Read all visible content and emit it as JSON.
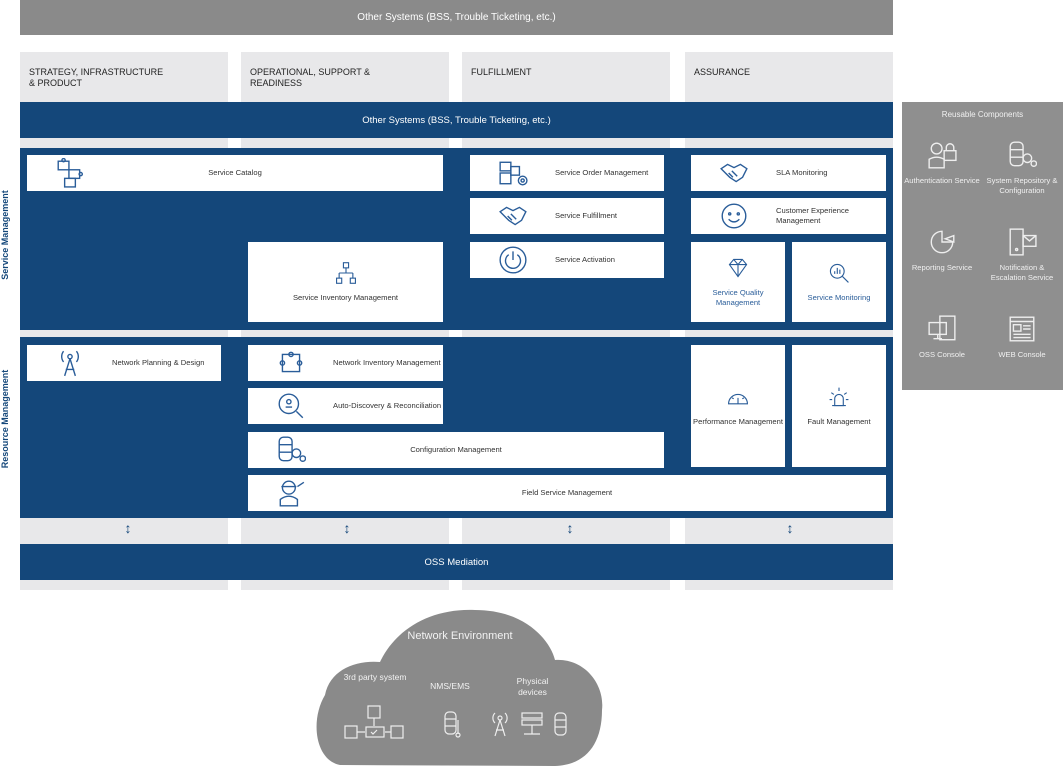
{
  "top_bar": "Other Systems (BSS, Trouble Ticketing, etc.)",
  "columns": [
    "Strategy, Infrastructure & Product",
    "Operational, Support & Readiness",
    "Fulfillment",
    "Assurance"
  ],
  "other_systems_bar": "Other Systems (BSS, Trouble Ticketing, etc.)",
  "side_labels": {
    "service": "Service Management",
    "resource": "Resource Management"
  },
  "boxes": [
    {
      "id": "service-catalog",
      "label": "Service Catalog",
      "icon": "puzzle-icon"
    },
    {
      "id": "service-inventory",
      "label": "Service Inventory Management",
      "icon": "hierarchy-icon"
    },
    {
      "id": "service-order",
      "label": "Service Order Management",
      "icon": "puzzle-gear-icon"
    },
    {
      "id": "service-fulfillment",
      "label": "Service Fulfillment",
      "icon": "handshake-icon"
    },
    {
      "id": "service-activation",
      "label": "Service Activation",
      "icon": "power-icon"
    },
    {
      "id": "sla-monitoring",
      "label": "SLA Monitoring",
      "icon": "handshake-icon"
    },
    {
      "id": "customer-experience",
      "label": "Customer Experience Management",
      "icon": "smiley-icon"
    },
    {
      "id": "service-quality",
      "label": "Service Quality Management",
      "icon": "diamond-icon"
    },
    {
      "id": "service-monitoring",
      "label": "Service Monitoring",
      "icon": "magnifier-chart-icon"
    },
    {
      "id": "network-planning",
      "label": "Network Planning & Design",
      "icon": "antenna-icon"
    },
    {
      "id": "network-inventory",
      "label": "Network Inventory Management",
      "icon": "network-icon"
    },
    {
      "id": "auto-discovery",
      "label": "Auto-Discovery & Reconciliation",
      "icon": "discovery-icon"
    },
    {
      "id": "configuration",
      "label": "Configuration Management",
      "icon": "database-gear-icon"
    },
    {
      "id": "field-service",
      "label": "Field Service Management",
      "icon": "technician-icon"
    },
    {
      "id": "performance",
      "label": "Performance Management",
      "icon": "gauge-icon"
    },
    {
      "id": "fault",
      "label": "Fault Management",
      "icon": "alarm-icon"
    }
  ],
  "oss_mediation": "OSS Mediation",
  "reusable": {
    "title": "Reusable Components",
    "items": [
      {
        "label": "Authentication Service",
        "icon": "users-lock-icon"
      },
      {
        "label": "System Repository & Configuration",
        "icon": "database-gear-icon"
      },
      {
        "label": "Reporting Service",
        "icon": "pie-icon"
      },
      {
        "label": "Notification & Escalation Service",
        "icon": "phone-mail-icon"
      },
      {
        "label": "OSS Console",
        "icon": "desktop-icon"
      },
      {
        "label": "WEB Console",
        "icon": "web-page-icon"
      }
    ]
  },
  "cloud": {
    "title": "Network Environment",
    "groups": [
      {
        "label": "3rd party system",
        "icon": "windows-flow-icon"
      },
      {
        "label": "NMS/EMS",
        "icon": "database-wrench-icon"
      },
      {
        "label": "Physical devices",
        "icon": "devices-icon"
      }
    ]
  },
  "colors": {
    "navy": "#14477a",
    "gray": "#8a8a8a",
    "light": "#e8e8ea"
  }
}
